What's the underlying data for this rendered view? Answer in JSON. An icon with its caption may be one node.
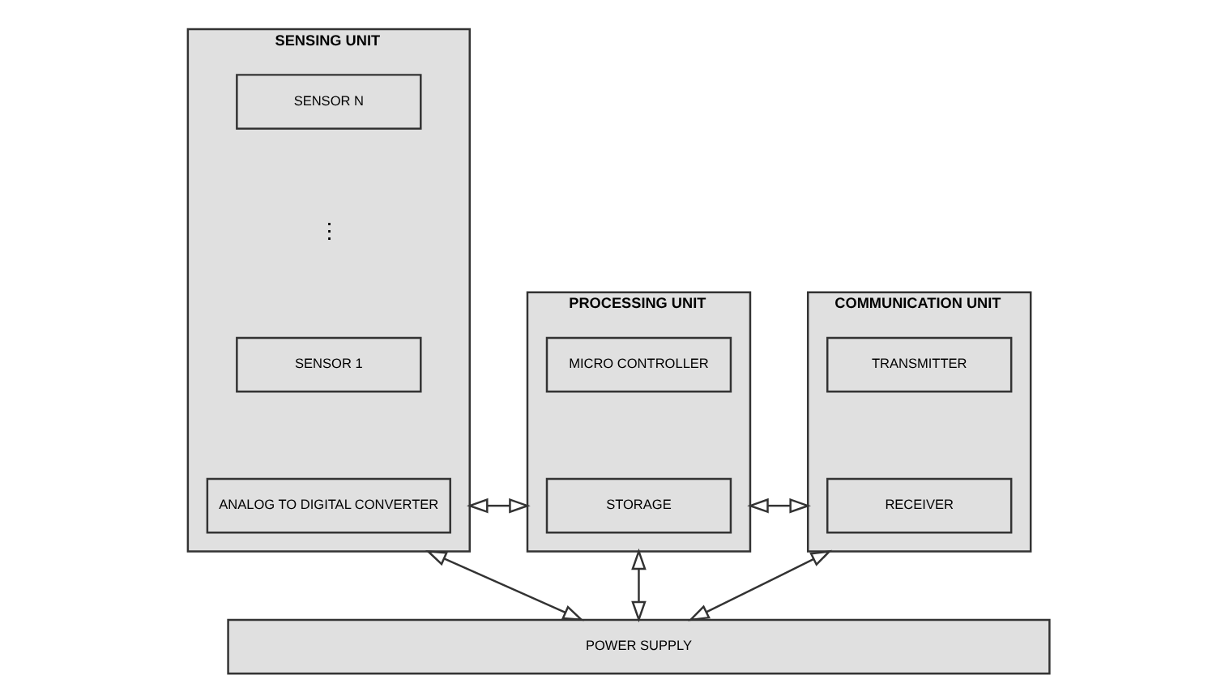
{
  "diagram": {
    "nodes": [
      {
        "text": [
          "SENSING UNIT"
        ]
      },
      {
        "text": [
          "SENSOR N"
        ],
        "in": 0
      },
      {
        "text": [
          "SENSOR 1"
        ],
        "in": 0
      },
      {
        "text": [
          "ANALOG TO DIGITAL CONVERTER"
        ],
        "in": 0
      },
      {
        "text": [
          "PROCESSING UNIT"
        ]
      },
      {
        "text": [
          "MICRO CONTROLLER"
        ],
        "in": 4
      },
      {
        "text": [
          "STORAGE"
        ],
        "in": 4
      },
      {
        "text": [
          "COMMUNICATION UNIT"
        ]
      },
      {
        "text": [
          "TRANSMITTER"
        ],
        "in": 7
      },
      {
        "text": [
          "RECEIVER"
        ],
        "in": 7
      },
      {
        "text": [
          "POWER SUPPLY"
        ]
      }
    ],
    "edges": [
      {
        "from": 0,
        "to": 4,
        "arrow": "both"
      },
      {
        "from": 4,
        "to": 7,
        "arrow": "both"
      },
      {
        "from": 0,
        "to": 10,
        "arrow": "both"
      },
      {
        "from": 4,
        "to": 10,
        "arrow": "both"
      },
      {
        "from": 7,
        "to": 10,
        "arrow": "both"
      }
    ],
    "labels": [
      "⋮"
    ]
  }
}
